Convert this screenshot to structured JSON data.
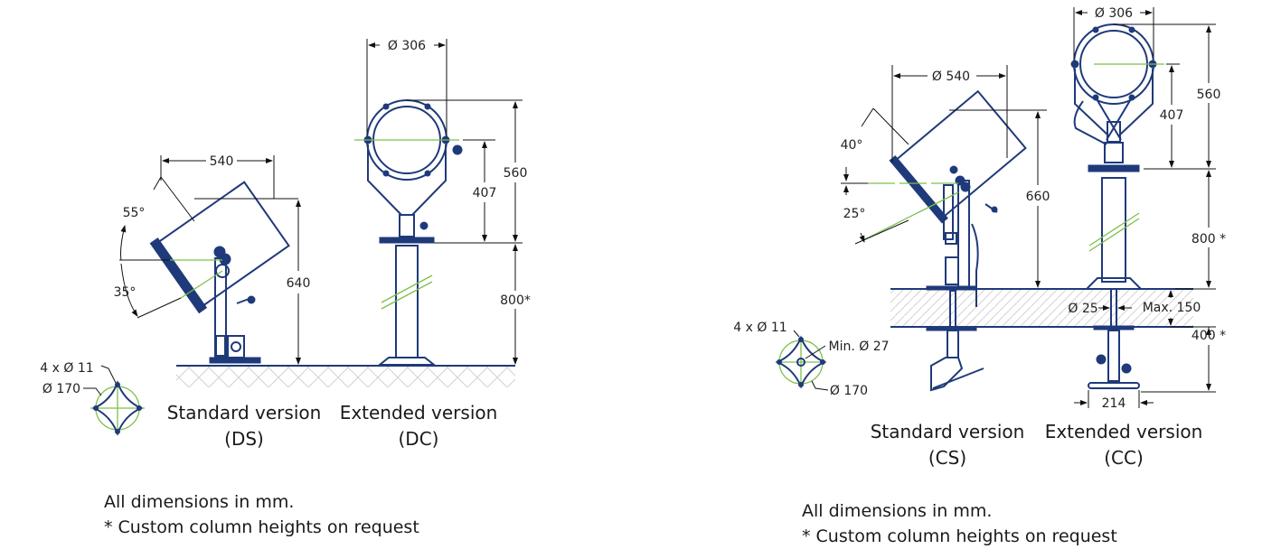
{
  "colors": {
    "outline": "#1f3a7a",
    "axis": "#7cc04a",
    "dimension": "#111111"
  },
  "left_panel": {
    "standard": {
      "width_label": "540",
      "height_label": "640",
      "tilt_up": "55°",
      "tilt_down": "35°",
      "caption": "Standard version",
      "code": "(DS)"
    },
    "extended": {
      "diameter_label": "Ø 306",
      "head_height_label": "560",
      "axis_height_label": "407",
      "column_label": "800*",
      "caption": "Extended version",
      "code": "(DC)"
    },
    "base_plate": {
      "holes_label": "4 x Ø 11",
      "diameter_label": "Ø 170"
    },
    "notes": [
      "All dimensions in mm.",
      "* Custom column heights on request"
    ]
  },
  "right_panel": {
    "standard": {
      "width_label": "Ø 540",
      "height_label": "660",
      "tilt_up": "40°",
      "tilt_down": "25°",
      "caption": "Standard version",
      "code": "(CS)"
    },
    "extended": {
      "diameter_label": "Ø 306",
      "head_height_label": "560",
      "axis_height_label": "407",
      "column_label": "800 *",
      "shaft_label": "Ø 25",
      "deck_label": "Max.  150",
      "below_label": "400 *",
      "handle_label": "214",
      "caption": "Extended version",
      "code": "(CC)"
    },
    "base_plate": {
      "holes_label": "4 x Ø 11",
      "min_label": "Min. Ø 27",
      "diameter_label": "Ø 170"
    },
    "notes": [
      "All dimensions in mm.",
      "* Custom column heights on request"
    ]
  }
}
